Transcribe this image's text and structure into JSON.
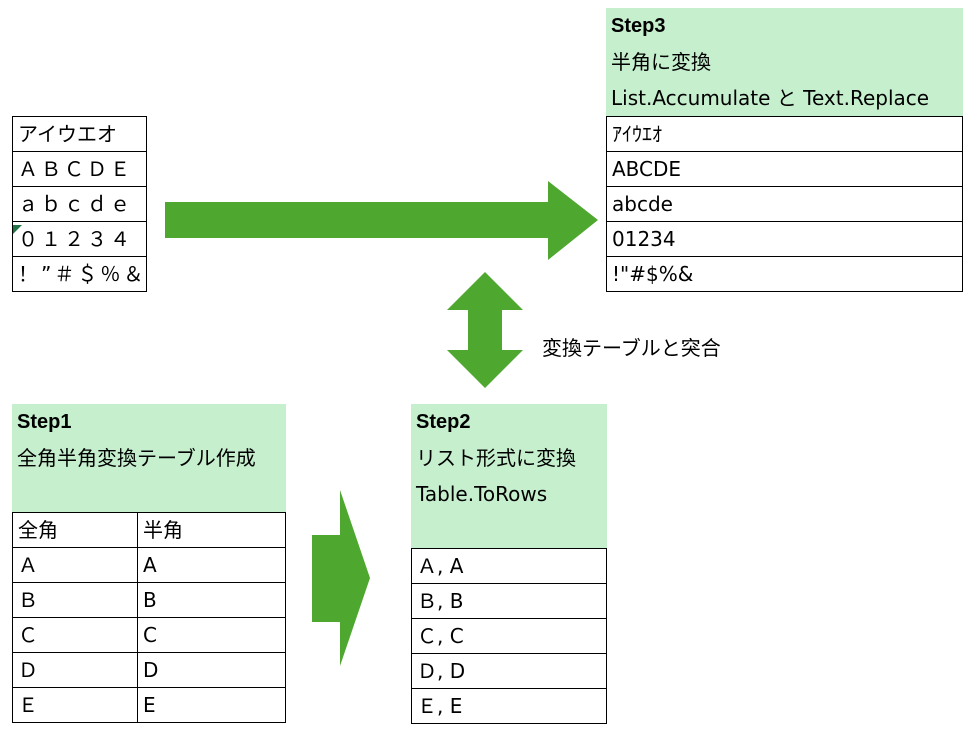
{
  "source_column": {
    "rows": [
      "アイウエオ",
      "ＡＢＣＤＥ",
      "ａｂｃｄｅ",
      "０１２３４",
      "！”＃＄％＆"
    ]
  },
  "step3": {
    "title": "Step3",
    "subtitle": "半角に変換",
    "method": "List.Accumulate と Text.Replace",
    "rows": [
      "ｱｲｳｴｵ",
      "ABCDE",
      "abcde",
      "01234",
      "!\"#$%&"
    ]
  },
  "middle_label": "変換テーブルと突合",
  "step1": {
    "title": "Step1",
    "subtitle": "全角半角変換テーブル作成",
    "headers": [
      "全角",
      "半角"
    ],
    "rows": [
      [
        "Ａ",
        "A"
      ],
      [
        "Ｂ",
        "B"
      ],
      [
        "Ｃ",
        "C"
      ],
      [
        "Ｄ",
        "D"
      ],
      [
        "Ｅ",
        "E"
      ]
    ]
  },
  "step2": {
    "title": "Step2",
    "subtitle": "リスト形式に変換",
    "method": "Table.ToRows",
    "rows": [
      "Ａ, A",
      "Ｂ, B",
      "Ｃ, C",
      "Ｄ, D",
      "Ｅ, E"
    ]
  },
  "colors": {
    "header_fill": "#c6efce",
    "arrow_green": "#4ea72e",
    "cell_marker": "#217346"
  }
}
